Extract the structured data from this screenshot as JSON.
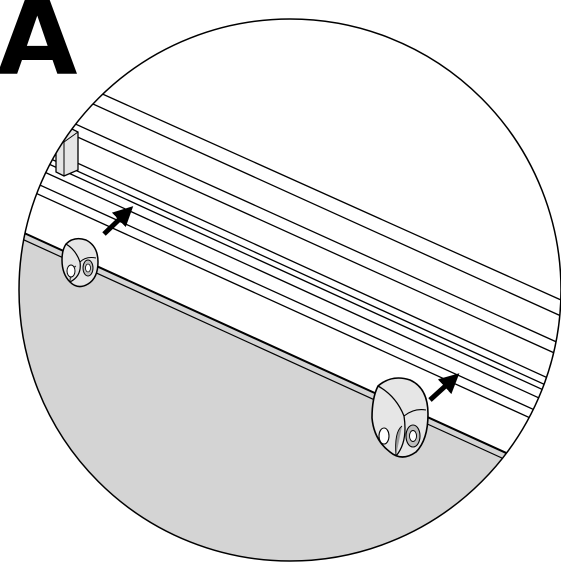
{
  "step": {
    "label": "A"
  },
  "colors": {
    "line": "#000000",
    "panel_fill": "#d4d4d4",
    "background": "#ffffff",
    "clip_fill": "#e6e6e6",
    "clip_shadow": "#9a9a9a",
    "arrow": "#000000"
  },
  "parts": {
    "clips": [
      "mounting-clip-left",
      "mounting-clip-right"
    ],
    "arrows": [
      "insert-arrow-left",
      "insert-arrow-right"
    ]
  }
}
